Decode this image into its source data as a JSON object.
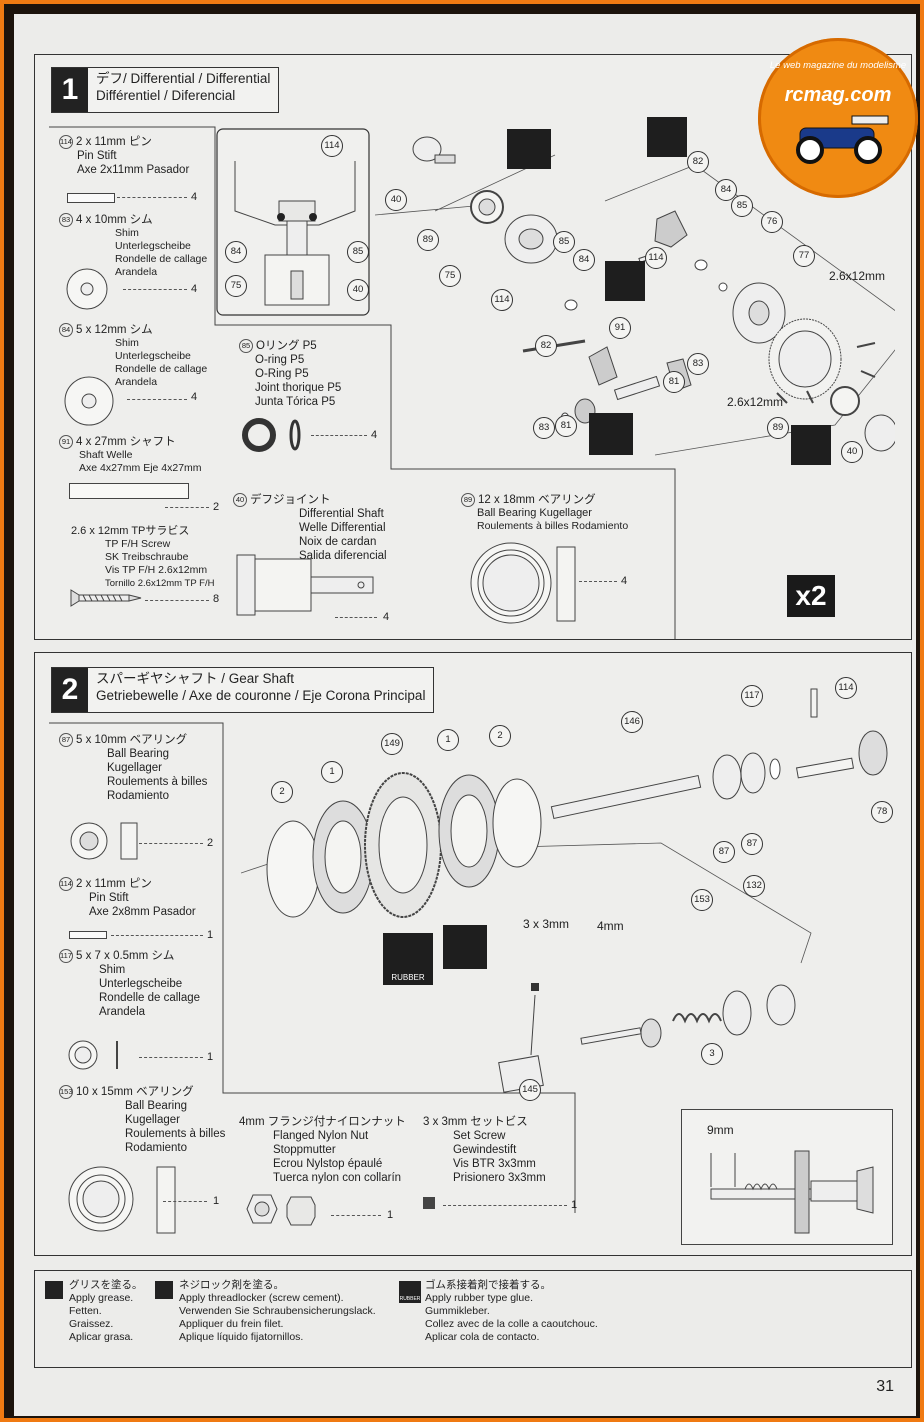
{
  "logo": {
    "name": "rcmag.com",
    "tagline": "Le web magazine du modelisme"
  },
  "step1": {
    "number": "1",
    "title_line1": "デフ/ Differential / Differential",
    "title_line2": "Différentiel / Diferencial",
    "multiplier": "x2",
    "parts": {
      "p114": {
        "code": "114",
        "size": "2 x 11mm ピン",
        "lines": [
          "Pin Stift",
          "Axe 2x11mm    Pasador"
        ],
        "qty": "4"
      },
      "p83": {
        "code": "83",
        "size": "4 x 10mm シム",
        "lines": [
          "Shim",
          "Unterlegscheibe",
          "Rondelle de callage",
          "Arandela"
        ],
        "qty": "4"
      },
      "p84": {
        "code": "84",
        "size": "5 x 12mm シム",
        "lines": [
          "Shim",
          "Unterlegscheibe",
          "Rondelle de callage",
          "Arandela"
        ],
        "qty": "4"
      },
      "p91": {
        "code": "91",
        "size": "4 x 27mm シャフト",
        "lines": [
          "Shaft   Welle",
          "Axe 4x27mm     Eje 4x27mm"
        ],
        "qty": "2"
      },
      "screw": {
        "size": "2.6 x 12mm TPサラビス",
        "lines": [
          "TP F/H Screw",
          "SK Treibschraube",
          "Vis TP F/H 2.6x12mm",
          "Tornillo 2.6x12mm TP F/H"
        ],
        "qty": "8"
      },
      "p85": {
        "code": "85",
        "size": "Oリング P5",
        "lines": [
          "O-ring P5",
          "O-Ring P5",
          "Joint thorique P5",
          "Junta Tórica P5"
        ],
        "qty": "4"
      },
      "p40": {
        "code": "40",
        "size": "デフジョイント",
        "lines": [
          "Differential Shaft",
          "Welle Differential",
          "Noix de cardan",
          "Salida diferencial"
        ],
        "qty": "4"
      },
      "p89": {
        "code": "89",
        "size": "12 x 18mm ベアリング",
        "lines": [
          "Ball Bearing     Kugellager",
          "Roulements à billes    Rodamiento"
        ],
        "qty": "4"
      }
    },
    "callouts": [
      "114",
      "40",
      "89",
      "84",
      "85",
      "75",
      "75",
      "40",
      "114",
      "85",
      "84",
      "82",
      "91",
      "81",
      "83",
      "83",
      "81",
      "82",
      "84",
      "85",
      "76",
      "77",
      "114",
      "89",
      "40"
    ],
    "dims": [
      "2.6x12mm",
      "2.6x12mm"
    ]
  },
  "step2": {
    "number": "2",
    "title_line1": "スパーギヤシャフト / Gear Shaft",
    "title_line2": "Getriebewelle / Axe de couronne / Eje Corona Principal",
    "parts": {
      "p87": {
        "code": "87",
        "size": "5 x 10mm ベアリング",
        "lines": [
          "Ball Bearing",
          "Kugellager",
          "Roulements à billes",
          "Rodamiento"
        ],
        "qty": "2"
      },
      "p114": {
        "code": "114",
        "size": "2 x 11mm ピン",
        "lines": [
          "Pin   Stift",
          "Axe 2x8mm     Pasador"
        ],
        "qty": "1"
      },
      "p117": {
        "code": "117",
        "size": "5 x 7 x 0.5mm シム",
        "lines": [
          "Shim",
          "Unterlegscheibe",
          "Rondelle de callage",
          "Arandela"
        ],
        "qty": "1"
      },
      "p153": {
        "code": "153",
        "size": "10 x 15mm ベアリング",
        "lines": [
          "Ball Bearing",
          "Kugellager",
          "Roulements à billes",
          "Rodamiento"
        ],
        "qty": "1"
      },
      "nut": {
        "size": "4mm  フランジ付ナイロンナット",
        "lines": [
          "Flanged Nylon Nut",
          "Stoppmutter",
          "Ecrou Nylstop épaulé",
          "Tuerca nylon con collarín"
        ],
        "qty": "1"
      },
      "setscrew": {
        "size": "3 x 3mm   セットビス",
        "lines": [
          "Set Screw",
          "Gewindestift",
          "Vis BTR 3x3mm",
          "Prisionero 3x3mm"
        ],
        "qty": "1"
      }
    },
    "callouts": [
      "2",
      "1",
      "149",
      "1",
      "2",
      "146",
      "117",
      "114",
      "78",
      "87",
      "87",
      "153",
      "132",
      "3",
      "145"
    ],
    "dims": [
      "3 x 3mm",
      "4mm",
      "9mm"
    ],
    "rubber_label": "RUBBER"
  },
  "legend": {
    "grease": {
      "title": "グリスを塗る。",
      "lines": [
        "Apply grease.",
        "Fetten.",
        "Graissez.",
        "Aplicar grasa."
      ]
    },
    "lock": {
      "title": "ネジロック剤を塗る。",
      "lines": [
        "Apply threadlocker (screw cement).",
        "Verwenden Sie Schraubensicherungslack.",
        "Appliquer du frein filet.",
        "Aplique líquido fijatornillos."
      ]
    },
    "glue": {
      "title": "ゴム系接着剤で接着する。",
      "lines": [
        "Apply rubber type glue.",
        "Gummikleber.",
        "Collez avec de la colle a caoutchouc.",
        "Aplicar cola de contacto."
      ],
      "icon_label": "RUBBER"
    }
  },
  "page_number": "31"
}
